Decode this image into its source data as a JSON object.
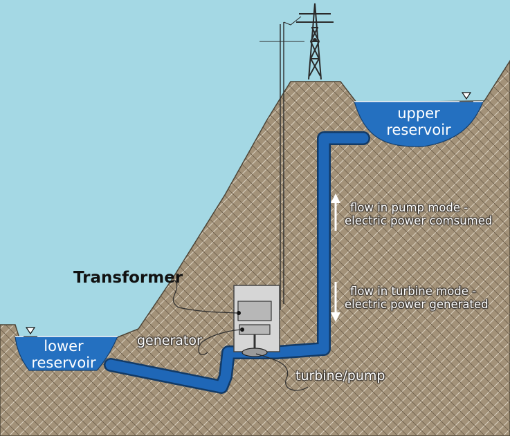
{
  "labels": {
    "upper_reservoir": [
      "upper",
      "reservoir"
    ],
    "lower_reservoir": [
      "lower",
      "reservoir"
    ],
    "pump_mode": [
      "flow in pump mode -",
      "electric power comsumed"
    ],
    "turbine_mode": [
      "flow in turbine mode -",
      "electric power generated"
    ],
    "transformer": "Transformer",
    "generator": "generator",
    "turbine_pump": "turbine/pump"
  },
  "colors": {
    "sky": "#a4d8e4",
    "ground": "#a39279",
    "water": "#2470c0",
    "pipe": "#1f67b7",
    "powerhouse": "#d6d6d6"
  },
  "icons": {
    "water_level_marker": "triangle-down",
    "arrow_up": "up-arrow",
    "arrow_down": "down-arrow",
    "pylon": "transmission-tower"
  }
}
